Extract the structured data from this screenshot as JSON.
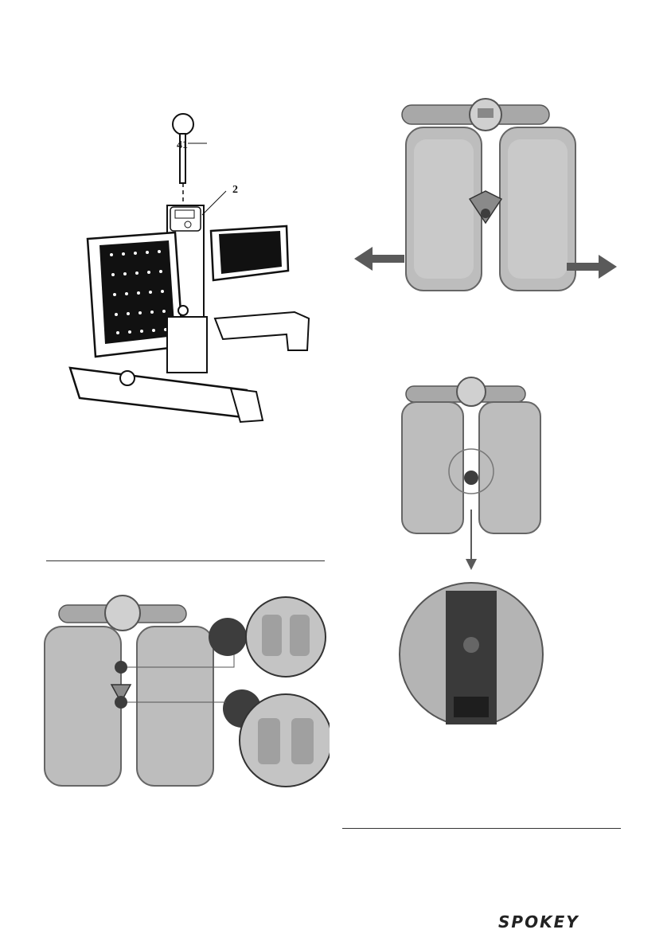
{
  "figures": {
    "assembly": {
      "part_labels": [
        "41",
        "2"
      ]
    }
  },
  "brand": {
    "logo_text": "SPOKEY",
    "accent": "#2b2b2b"
  },
  "colors": {
    "pedal": "#b9b9b9",
    "pedal_dark": "#7a7a7a",
    "dot": "#3d3d3d",
    "frame": "#8a8a8a",
    "arrow": "#5a5a5a"
  }
}
